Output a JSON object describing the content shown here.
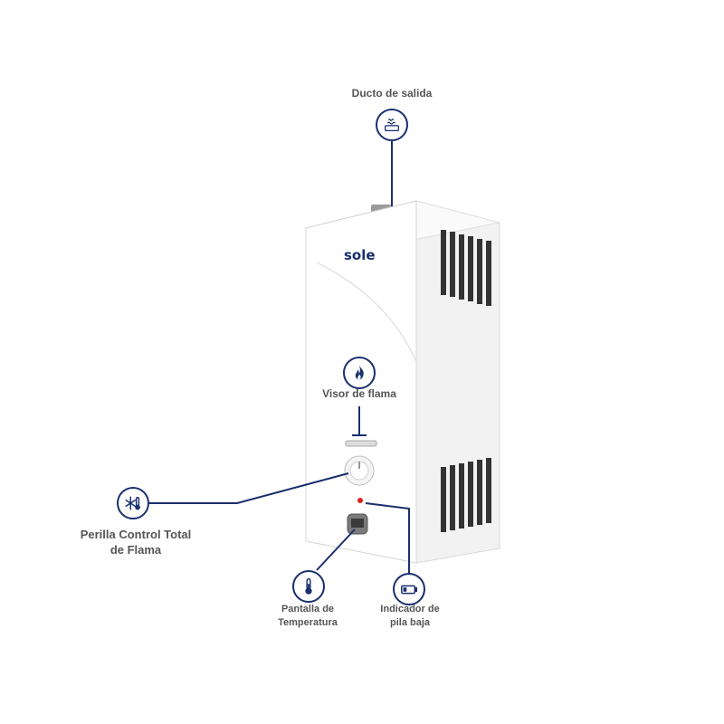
{
  "callouts": {
    "exhaust": {
      "label": "Ducto de salida",
      "icon": "exhaust-duct-icon"
    },
    "flame_viewer": {
      "label": "Visor de flama",
      "icon": "flame-icon"
    },
    "knob": {
      "label_line1": "Perilla Control Total",
      "label_line2": "de Flama",
      "icon": "snowflake-thermometer-icon"
    },
    "temperature": {
      "label_line1": "Pantalla de",
      "label_line2": "Temperatura",
      "icon": "thermometer-icon"
    },
    "battery": {
      "label_line1": "Indicador de",
      "label_line2": "pila baja",
      "icon": "battery-icon"
    }
  },
  "product": {
    "brand": "sole"
  },
  "colors": {
    "accent": "#1a2f6e",
    "label_text": "#555555",
    "indicator_led": "#e02020"
  }
}
